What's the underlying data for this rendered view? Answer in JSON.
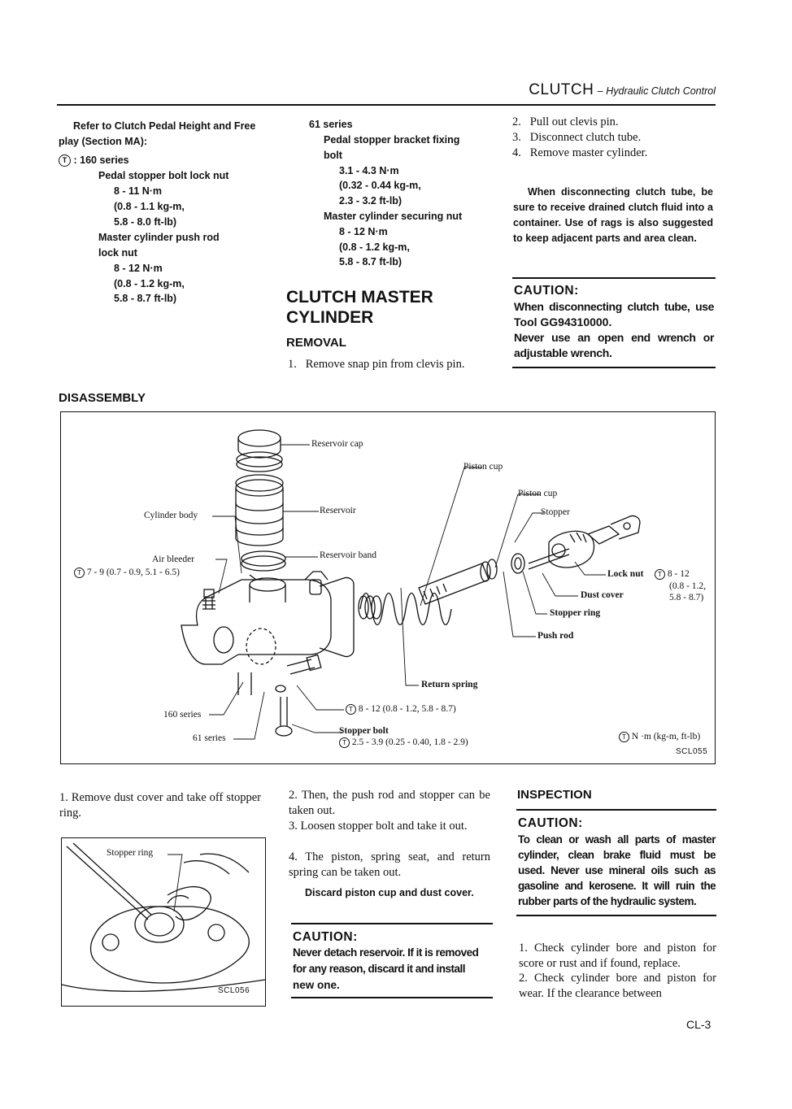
{
  "header": {
    "section": "CLUTCH",
    "subtitle": "– Hydraulic Clutch Control"
  },
  "col1": {
    "intro": "Refer to Clutch Pedal Height and Free play (Section MA):",
    "torque_symbol": "T",
    "series": ": 160 series",
    "lines": [
      "Pedal stopper bolt lock nut",
      "8 - 11 N·m",
      "(0.8 - 1.1 kg-m,",
      "5.8 - 8.0 ft-lb)",
      "Master cylinder push rod",
      "lock nut",
      "8 - 12 N·m",
      "(0.8 - 1.2 kg-m,",
      "5.8 - 8.7 ft-lb)"
    ]
  },
  "col2": {
    "series": "61 series",
    "lines": [
      "Pedal stopper bracket fixing",
      "bolt",
      "3.1 - 4.3 N·m",
      "(0.32 - 0.44 kg-m,",
      "2.3 - 3.2 ft-lb)",
      "Master cylinder securing nut",
      "8 - 12 N·m",
      "(0.8 - 1.2 kg-m,",
      "5.8 - 8.7 ft-lb)"
    ],
    "title_line1": "CLUTCH MASTER",
    "title_line2": "CYLINDER",
    "removal_heading": "REMOVAL",
    "step1": "1.   Remove snap pin from clevis pin."
  },
  "col3": {
    "steps": [
      "2.   Pull out clevis pin.",
      "3.   Disconnect clutch tube.",
      "4.   Remove master cylinder."
    ],
    "note": "When disconnecting clutch tube, be sure to receive drained clutch fluid into a container. Use of rags is also suggested to keep adjacent parts and area clean.",
    "caution_title": "CAUTION:",
    "caution_l1": "When disconnecting clutch tube, use",
    "caution_l2": "Tool GG94310000.",
    "caution_l3": "Never use an open end wrench or",
    "caution_l4": "adjustable wrench."
  },
  "disassembly": {
    "heading": "DISASSEMBLY",
    "labels": {
      "reservoir_cap": "Reservoir cap",
      "piston_cup_1": "Piston cup",
      "piston_cup_2": "Piston cup",
      "stopper": "Stopper",
      "cylinder_body": "Cylinder body",
      "reservoir": "Reservoir",
      "reservoir_band": "Reservoir band",
      "air_bleeder": "Air bleeder",
      "air_bleeder_torque": "7 - 9 (0.7 - 0.9, 5.1 - 6.5)",
      "lock_nut": "Lock nut",
      "lock_nut_torque_1": "8 - 12",
      "lock_nut_torque_2": "(0.8 - 1.2,",
      "lock_nut_torque_3": "5.8 - 8.7)",
      "dust_cover": "Dust cover",
      "stopper_ring": "Stopper ring",
      "push_rod": "Push rod",
      "return_spring": "Return spring",
      "return_spring_torque": "8 - 12 (0.8 - 1.2, 5.8 - 8.7)",
      "series_160": "160 series",
      "series_61": "61 series",
      "stopper_bolt": "Stopper bolt",
      "stopper_bolt_torque": "2.5 - 3.9 (0.25 - 0.40, 1.8 - 2.9)",
      "units": "N ·m (kg-m, ft-lb)",
      "code": "SCL055"
    }
  },
  "lower_col1": {
    "text": "1.   Remove dust cover and take off stopper ring.",
    "fig_label": "Stopper ring",
    "fig_code": "SCL056"
  },
  "lower_col2": {
    "steps": [
      "2.   Then, the push rod and stopper can be taken out.",
      "3.   Loosen stopper bolt and take it out.",
      "4.   The piston, spring seat, and return spring can be taken out."
    ],
    "note": "Discard piston cup and dust cover.",
    "caution_title": "CAUTION:",
    "caution_l1": "Never detach reservoir. If it is removed",
    "caution_l2": "for any reason, discard it and install",
    "caution_l3": "new one."
  },
  "lower_col3": {
    "heading": "INSPECTION",
    "caution_title": "CAUTION:",
    "caution_l1": "To clean or wash all parts of master",
    "caution_l2": "cylinder, clean brake fluid must be",
    "caution_l3": "used. Never use mineral oils such as",
    "caution_l4": "gasoline and kerosene. It will ruin the",
    "caution_l5": "rubber parts of the hydraulic system.",
    "steps": [
      "1.   Check cylinder bore and piston for score or rust and if found, replace.",
      "2.   Check cylinder bore and piston for wear. If the clearance between"
    ]
  },
  "footer": {
    "page": "CL-3"
  }
}
